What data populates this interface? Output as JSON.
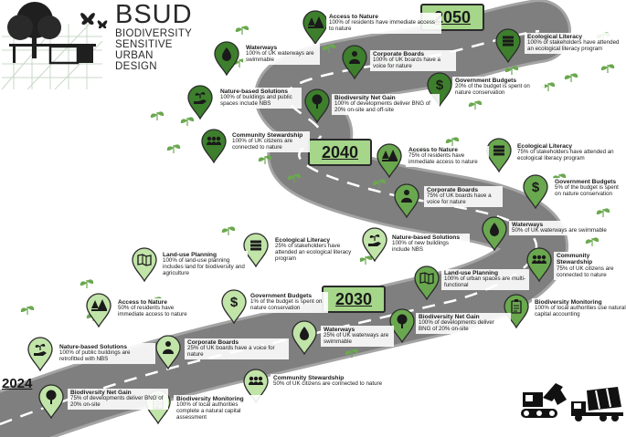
{
  "logo": {
    "title": "BSUD",
    "subtitle_lines": [
      "BIODIVERSITY",
      "SENSITIVE",
      "URBAN",
      "DESIGN"
    ]
  },
  "years": {
    "y2024": "2024",
    "y2030": "2030",
    "y2040": "2040",
    "y2050": "2050"
  },
  "colors": {
    "pin_2030": "#c1e4a8",
    "pin_2040": "#6aa84f",
    "pin_2050": "#3d7f2c",
    "road": "#8a8a8a"
  },
  "milestones_2050": [
    {
      "title": "Access to Nature",
      "body": "100% of residents have immediate access to nature",
      "icon": "trees-icon"
    },
    {
      "title": "Waterways",
      "body": "100% of UK waterways are swimmable",
      "icon": "water-drop-icon"
    },
    {
      "title": "Corporate Boards",
      "body": "100% of UK boards have a voice for nature",
      "icon": "person-icon"
    },
    {
      "title": "Ecological Literacy",
      "body": "100% of stakeholders have attended an ecological literacy program",
      "icon": "books-icon"
    },
    {
      "title": "Government Budgets",
      "body": "20% of the budget is spent on nature conservation",
      "icon": "dollar-icon"
    },
    {
      "title": "Nature-based Solutions",
      "body": "100% of buildings and public spaces include NBS",
      "icon": "hand-plant-icon"
    },
    {
      "title": "Biodiversity Net Gain",
      "body": "100% of developments deliver BNG of 20% on-site and off-site",
      "icon": "tree-icon"
    },
    {
      "title": "Community Stewardship",
      "body": "100% of UK citizens are connected to nature",
      "icon": "people-icon"
    }
  ],
  "milestones_2040": [
    {
      "title": "Access to Nature",
      "body": "75% of residents have immediate access to nature",
      "icon": "trees-icon"
    },
    {
      "title": "Ecological Literacy",
      "body": "75% of stakeholders have attended an ecological literacy program",
      "icon": "books-icon"
    },
    {
      "title": "Corporate Boards",
      "body": "75% of UK boards have a voice for nature",
      "icon": "person-icon"
    },
    {
      "title": "Government Budgets",
      "body": "5% of the budget is spent on nature conservation",
      "icon": "dollar-icon"
    },
    {
      "title": "Waterways",
      "body": "50% of UK waterways are swimmable",
      "icon": "water-drop-icon"
    },
    {
      "title": "Community Stewardship",
      "body": "75% of UK citizens are connected to nature",
      "icon": "people-icon"
    },
    {
      "title": "Land-use Planning",
      "body": "100% of urban spaces are multi-functional",
      "icon": "map-icon"
    },
    {
      "title": "Biodiversity Monitoring",
      "body": "100% of local authorities use natural capital accounting",
      "icon": "clipboard-icon"
    },
    {
      "title": "Biodiversity Net Gain",
      "body": "100% of developments deliver BNG of 20% on-site",
      "icon": "tree-icon"
    }
  ],
  "milestones_2030": [
    {
      "title": "Nature-based Solutions",
      "body": "100% of new buildings include NBS",
      "icon": "hand-plant-icon"
    },
    {
      "title": "Ecological Literacy",
      "body": "25% of stakeholders have attended an ecological literacy program",
      "icon": "books-icon"
    },
    {
      "title": "Land-use Planning",
      "body": "100% of land-use planning includes land for biodiversity and agriculture",
      "icon": "map-icon"
    },
    {
      "title": "Government Budgets",
      "body": "1% of the budget is spent on nature conservation",
      "icon": "dollar-icon"
    },
    {
      "title": "Access to Nature",
      "body": "50% of residents have immediate access to nature",
      "icon": "trees-icon"
    },
    {
      "title": "Waterways",
      "body": "25% of UK waterways are swimmable",
      "icon": "water-drop-icon"
    },
    {
      "title": "Corporate Boards",
      "body": "25% of UK boards have a voice for nature",
      "icon": "person-icon"
    },
    {
      "title": "Nature-based Solutions",
      "body": "100% of public buildings are retrofitted with NBS",
      "icon": "hand-plant-icon"
    },
    {
      "title": "Community Stewardship",
      "body": "50% of UK citizens are connected to nature",
      "icon": "people-icon"
    },
    {
      "title": "Biodiversity Net Gain",
      "body": "75% of developments deliver BNG of 20% on-site",
      "icon": "tree-icon"
    },
    {
      "title": "Biodiversity Monitoring",
      "body": "100% of local authorities complete a natural capital assessment",
      "icon": "clipboard-icon"
    }
  ],
  "vehicles": [
    "excavator-icon",
    "cement-mixer-icon"
  ]
}
